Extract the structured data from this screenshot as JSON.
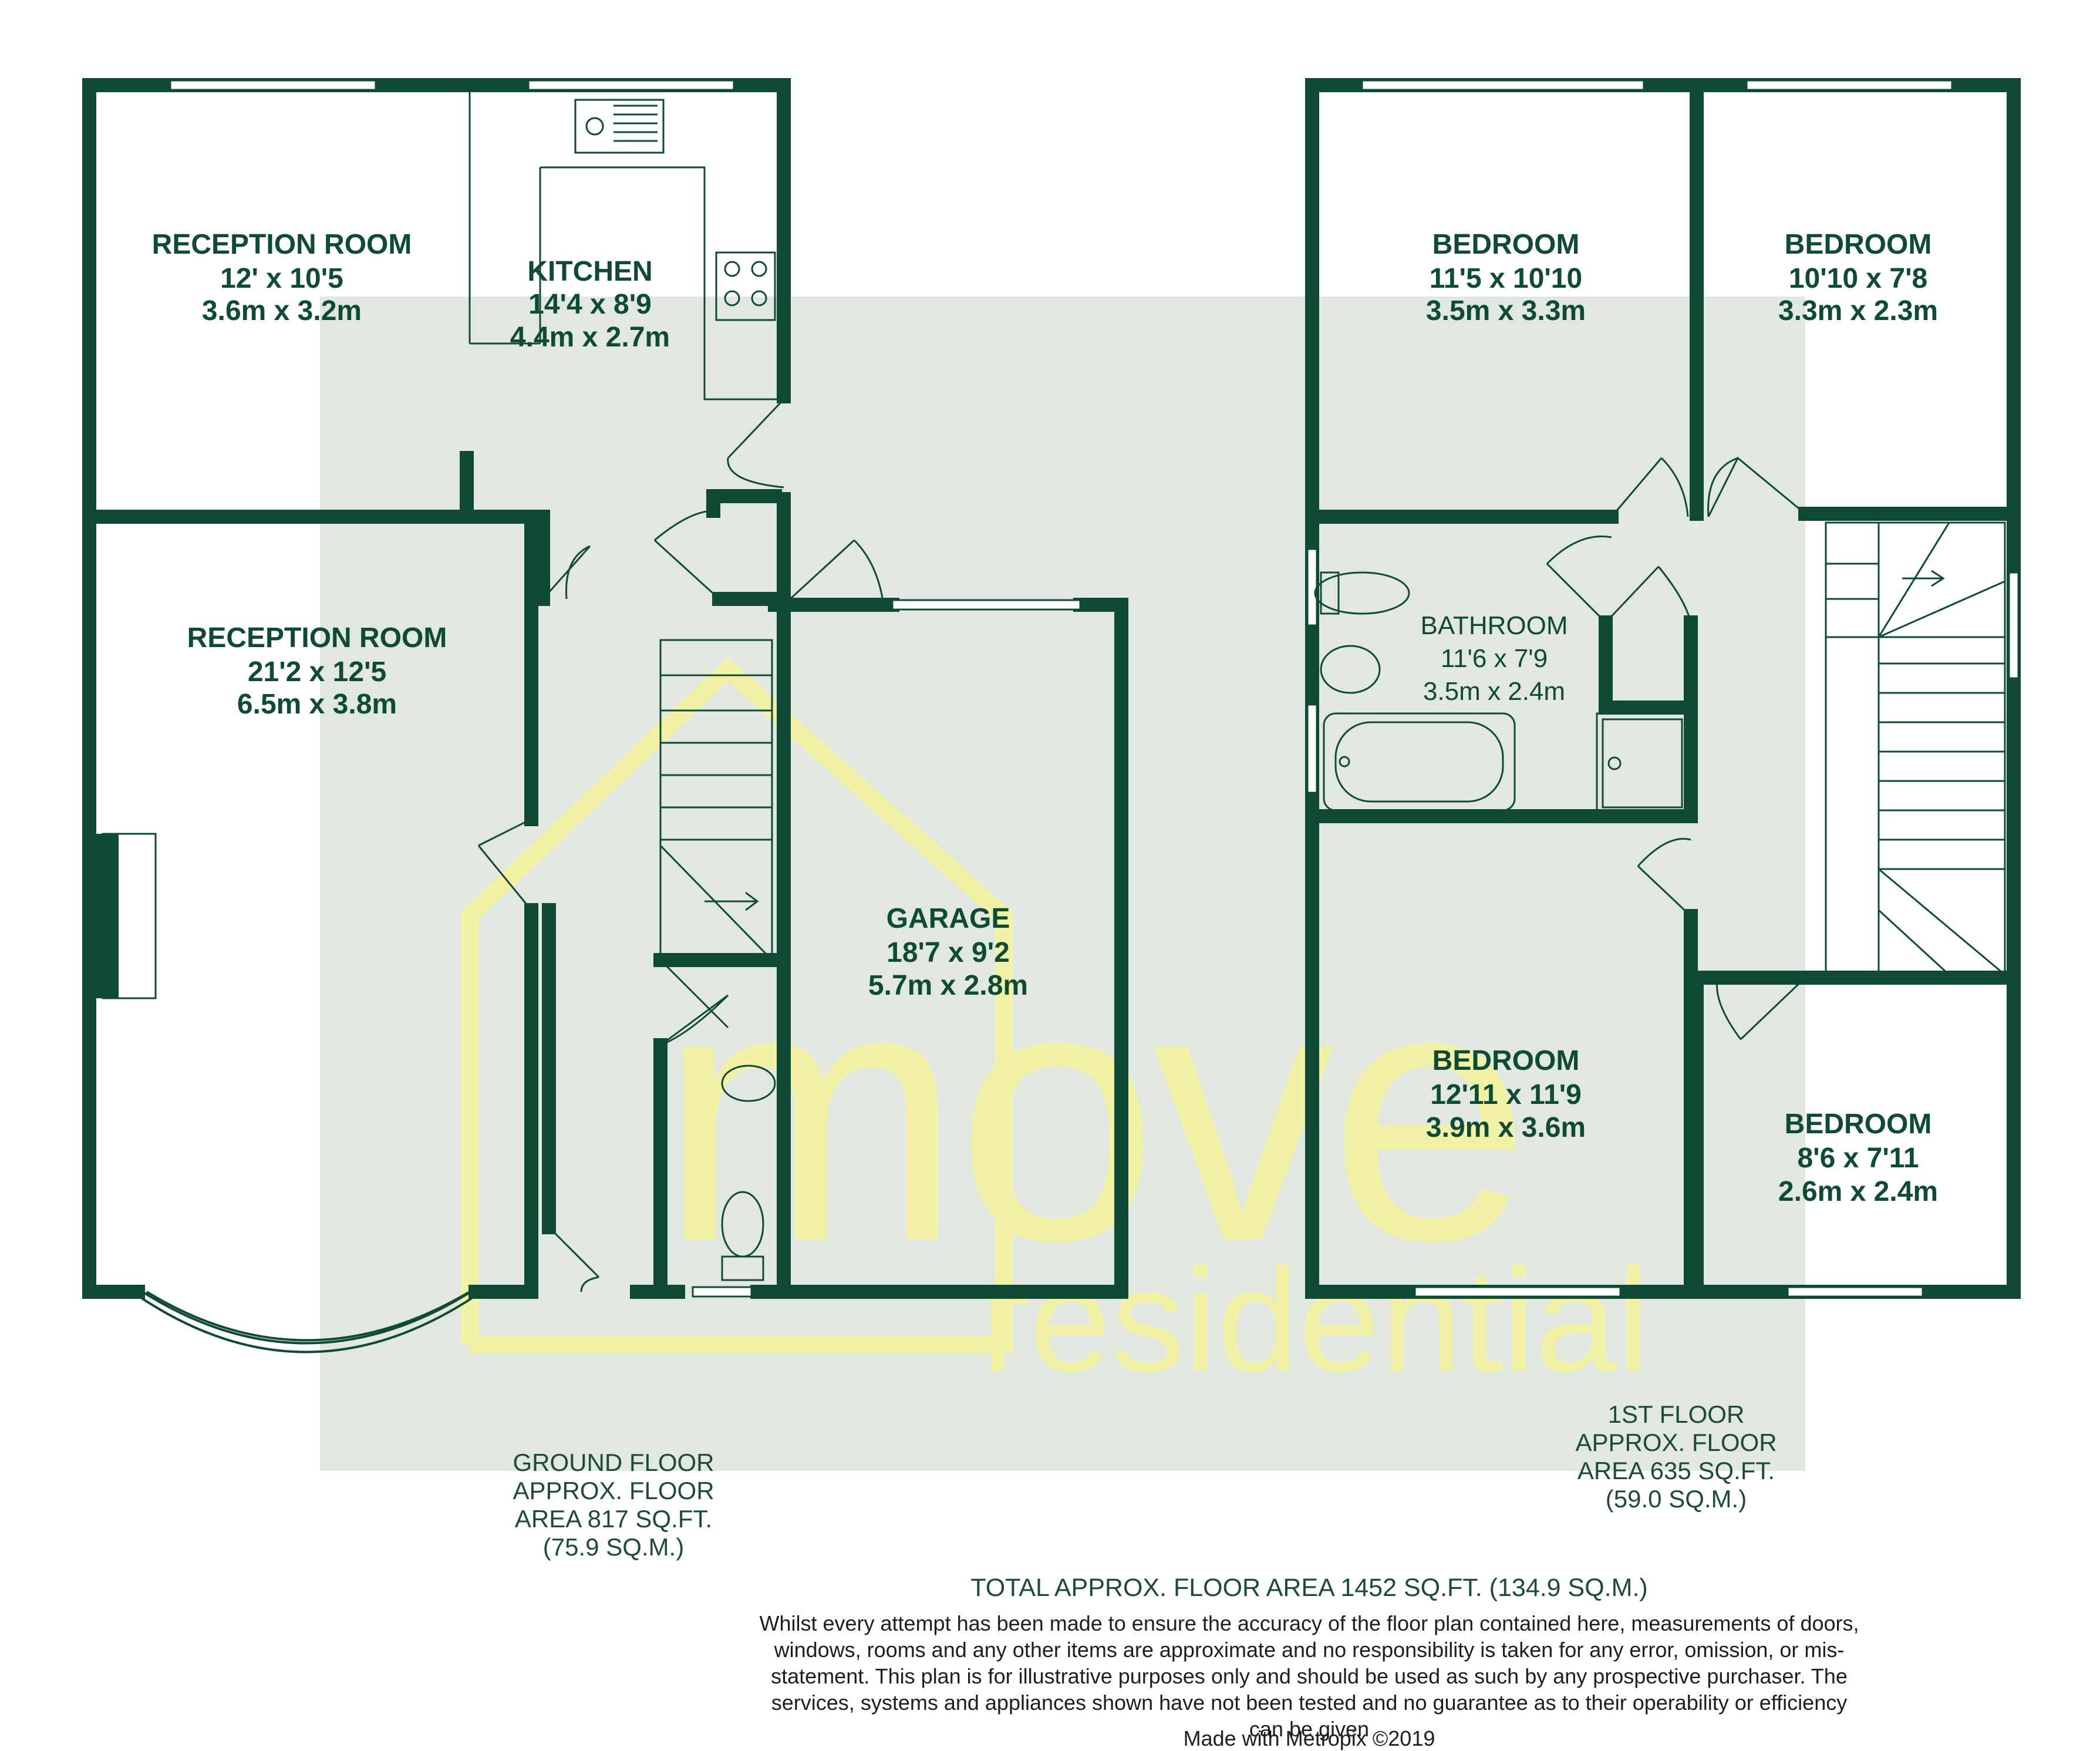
{
  "watermark": {
    "brand": "move",
    "tagline": "residential",
    "color": "#f2f2a6",
    "panel_color": "#e0e8e0"
  },
  "colors": {
    "wall": "#0f4a35",
    "text": "#0f4a35",
    "window": "#ffffff"
  },
  "ground_floor": {
    "rooms": [
      {
        "name": "RECEPTION ROOM",
        "imperial": "12' x 10'5",
        "metric": "3.6m x 3.2m"
      },
      {
        "name": "KITCHEN",
        "imperial": "14'4 x 8'9",
        "metric": "4.4m x 2.7m"
      },
      {
        "name": "RECEPTION ROOM",
        "imperial": "21'2 x 12'5",
        "metric": "6.5m x 3.8m"
      },
      {
        "name": "GARAGE",
        "imperial": "18'7 x 9'2",
        "metric": "5.7m x 2.8m"
      }
    ],
    "area": [
      "GROUND FLOOR",
      "APPROX. FLOOR",
      "AREA 817 SQ.FT.",
      "(75.9 SQ.M.)"
    ]
  },
  "first_floor": {
    "rooms": [
      {
        "name": "BEDROOM",
        "imperial": "11'5 x 10'10",
        "metric": "3.5m x 3.3m"
      },
      {
        "name": "BEDROOM",
        "imperial": "10'10 x 7'8",
        "metric": "3.3m x 2.3m"
      },
      {
        "name": "BATHROOM",
        "imperial": "11'6 x 7'9",
        "metric": "3.5m x 2.4m"
      },
      {
        "name": "BEDROOM",
        "imperial": "12'11 x 11'9",
        "metric": "3.9m x 3.6m"
      },
      {
        "name": "BEDROOM",
        "imperial": "8'6 x 7'11",
        "metric": "2.6m x 2.4m"
      }
    ],
    "area": [
      "1ST FLOOR",
      "APPROX. FLOOR",
      "AREA 635 SQ.FT.",
      "(59.0 SQ.M.)"
    ]
  },
  "total_area": "TOTAL APPROX. FLOOR AREA 1452 SQ.FT. (134.9 SQ.M.)",
  "disclaimer": "Whilst every attempt has been made to ensure the accuracy of the floor plan contained here, measurements of doors, windows, rooms and any other items are approximate and no responsibility is taken for any error, omission, or mis-statement. This plan is for illustrative purposes only and should be used as such by any prospective purchaser. The services, systems and appliances shown have not been tested and no guarantee as to their operability or efficiency can be given",
  "credit": "Made with Metropix ©2019"
}
